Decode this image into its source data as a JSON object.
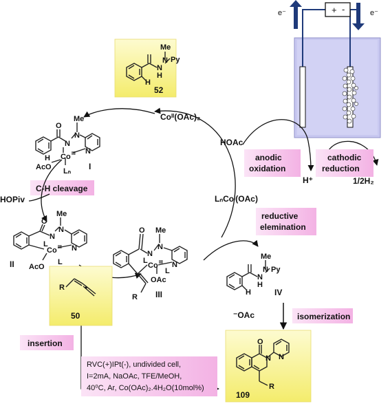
{
  "electrochem": {
    "electron_left": "e⁻",
    "electron_right": "e⁻",
    "plus": "+",
    "minus": "-"
  },
  "compounds": {
    "c52": {
      "label": "52",
      "me": "Me",
      "n1": "N",
      "h_n": "H",
      "n2": "N",
      "py": "Py",
      "h_ortho": "H"
    },
    "complex1": {
      "label": "I",
      "me": "Me",
      "co": "Co",
      "ox": "III",
      "ln": "Lₙ",
      "aco": "AcO",
      "h": "H",
      "n": "N"
    },
    "complex2": {
      "label": "II",
      "me": "Me",
      "co": "Co",
      "ox": "III",
      "l1": "L",
      "l2": "L",
      "aco": "AcO",
      "n": "N"
    },
    "complex3": {
      "label": "III",
      "me": "Me",
      "co": "Co",
      "ox": "III",
      "l1": "L",
      "l2": "L",
      "oac": "OAc",
      "r": "R",
      "n": "N"
    },
    "c4": {
      "label": "IV",
      "me": "Me",
      "n1": "N",
      "h_n": "H",
      "n2": "N",
      "py": "Py",
      "h_ortho": "H"
    },
    "c50": {
      "label": "50",
      "r": "R"
    },
    "c109": {
      "label": "109",
      "o": "O",
      "n": "N",
      "r": "R"
    }
  },
  "species": {
    "co2": "Coᴵᴵ(OAc)₂",
    "hoac": "HOAc",
    "hopiv": "HOPiv",
    "lnco1": "LₙCoᴵ(OAc)",
    "h_plus": "H⁺",
    "half_h2": "1/2H₂",
    "oac_minus": "⁻OAc"
  },
  "steps": {
    "anodic": [
      "anodic",
      "oxidation"
    ],
    "cathodic": [
      "cathodic",
      "reduction"
    ],
    "ch_cleavage": "C-H cleavage",
    "reductive": [
      "reductive",
      "elemination"
    ],
    "isomerization": "isomerization",
    "insertion": "insertion"
  },
  "conditions": [
    "RVC(+)IPt(-), undivided cell,",
    "I=2mA, NaOAc, TFE/MeOH,",
    "40⁰C, Ar, Co(OAc)₂.4H₂O(10mol%)"
  ],
  "colors": {
    "step_fill": "#f7c8ee",
    "step_border": "#ee66cc",
    "compound_highlight": "#fbf7a3",
    "cell_fill": "#c8c8f0",
    "arrow_blue": "#1f3a7a"
  }
}
